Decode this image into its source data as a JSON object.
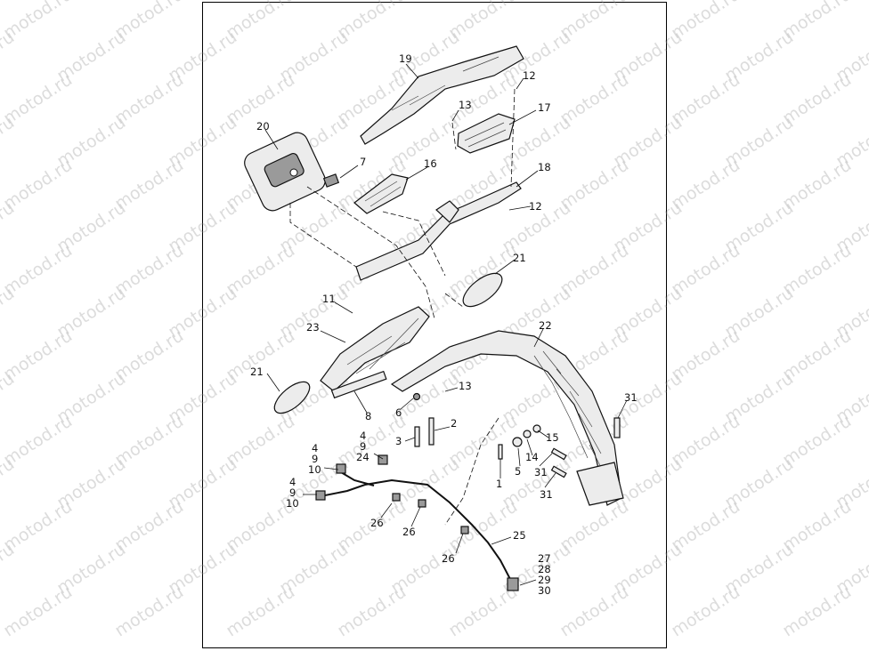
{
  "watermark_text": "motod.ru",
  "diagram": {
    "callouts": [
      {
        "id": "c19",
        "text": "19"
      },
      {
        "id": "c12a",
        "text": "12"
      },
      {
        "id": "c13a",
        "text": "13"
      },
      {
        "id": "c17",
        "text": "17"
      },
      {
        "id": "c20",
        "text": "20"
      },
      {
        "id": "c7",
        "text": "7"
      },
      {
        "id": "c16",
        "text": "16"
      },
      {
        "id": "c18",
        "text": "18"
      },
      {
        "id": "c12b",
        "text": "12"
      },
      {
        "id": "c21a",
        "text": "21"
      },
      {
        "id": "c11",
        "text": "11"
      },
      {
        "id": "c23",
        "text": "23"
      },
      {
        "id": "c22",
        "text": "22"
      },
      {
        "id": "c21b",
        "text": "21"
      },
      {
        "id": "c13b",
        "text": "13"
      },
      {
        "id": "c6",
        "text": "6"
      },
      {
        "id": "c8",
        "text": "8"
      },
      {
        "id": "c2",
        "text": "2"
      },
      {
        "id": "c3",
        "text": "3"
      },
      {
        "id": "c31a",
        "text": "31"
      },
      {
        "id": "c15",
        "text": "15"
      },
      {
        "id": "c14",
        "text": "14"
      },
      {
        "id": "c5",
        "text": "5"
      },
      {
        "id": "c1",
        "text": "1"
      },
      {
        "id": "c31b",
        "text": "31"
      },
      {
        "id": "c31c",
        "text": "31"
      },
      {
        "id": "c4a",
        "text": "4"
      },
      {
        "id": "c9a",
        "text": "9"
      },
      {
        "id": "c24",
        "text": "24"
      },
      {
        "id": "c4b",
        "text": "4"
      },
      {
        "id": "c9b",
        "text": "9"
      },
      {
        "id": "c10a",
        "text": "10"
      },
      {
        "id": "c4c",
        "text": "4"
      },
      {
        "id": "c9c",
        "text": "9"
      },
      {
        "id": "c10b",
        "text": "10"
      },
      {
        "id": "c26a",
        "text": "26"
      },
      {
        "id": "c26b",
        "text": "26"
      },
      {
        "id": "c26c",
        "text": "26"
      },
      {
        "id": "c25",
        "text": "25"
      },
      {
        "id": "c27",
        "text": "27"
      },
      {
        "id": "c28",
        "text": "28"
      },
      {
        "id": "c29",
        "text": "29"
      },
      {
        "id": "c30",
        "text": "30"
      }
    ]
  }
}
